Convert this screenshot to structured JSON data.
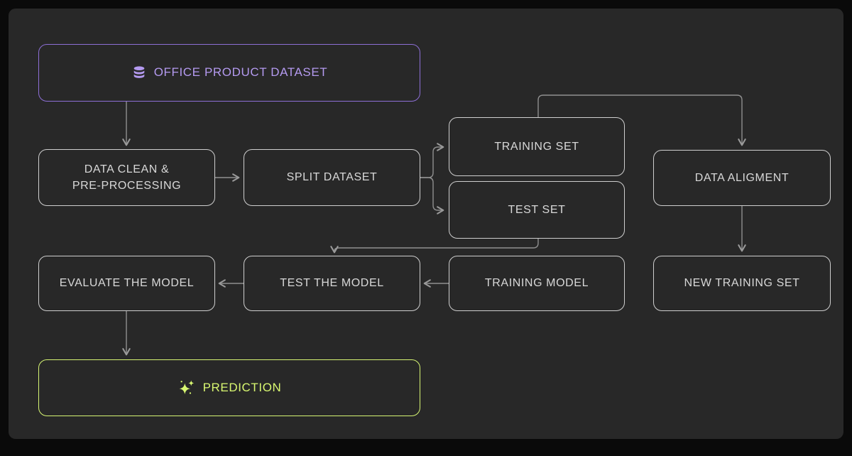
{
  "diagram": {
    "title": "Office product dataset ML pipeline flowchart",
    "nodes": {
      "dataset": {
        "label": "OFFICE PRODUCT DATASET",
        "icon": "database-icon"
      },
      "clean": {
        "lines": [
          "DATA CLEAN &",
          "PRE-PROCESSING"
        ]
      },
      "split": {
        "label": "SPLIT DATASET"
      },
      "training_set": {
        "label": "TRAINING SET"
      },
      "test_set": {
        "label": "TEST SET"
      },
      "data_aligment": {
        "label": "DATA ALIGMENT"
      },
      "training_model": {
        "label": "TRAINING MODEL"
      },
      "test_model": {
        "label": "TEST THE MODEL"
      },
      "evaluate": {
        "label": "EVALUATE THE MODEL"
      },
      "new_training_set": {
        "label": "NEW TRAINING SET"
      },
      "prediction": {
        "label": "PREDICTION",
        "icon": "sparkles-icon"
      }
    },
    "edges": [
      "dataset -> clean",
      "clean -> split",
      "split -> training_set",
      "split -> test_set",
      "training_set -> data_aligment",
      "data_aligment -> new_training_set",
      "test_set -> test_model",
      "training_model -> test_model",
      "test_model -> evaluate",
      "evaluate -> prediction"
    ],
    "colors": {
      "outer_background": "#0a0a0a",
      "panel_background": "#282828",
      "box_border": "#cfcfcf",
      "box_text": "#d8d8d8",
      "connector": "#8f8f8f",
      "purple_border": "#8d6fd6",
      "purple_text": "#b49af0",
      "green_accent": "#d9f871"
    }
  }
}
